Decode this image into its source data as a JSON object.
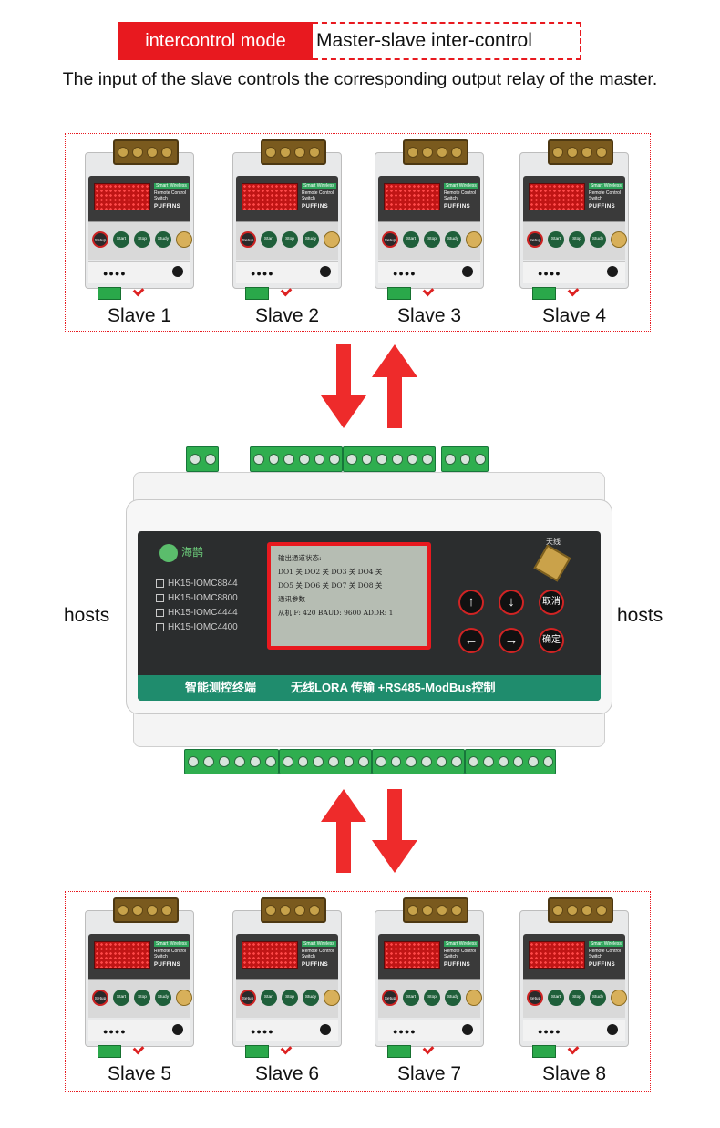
{
  "header": {
    "mode_label": "intercontrol mode",
    "mode_value": "Master-slave inter-control",
    "description": "The input of the slave controls the corresponding output relay of the master."
  },
  "colors": {
    "accent": "#e8191f",
    "arrow": "#ee2b2b",
    "terminal_green": "#2fae4f",
    "band": "#1f8c6d"
  },
  "slave_device": {
    "tag": "Smart Wireless",
    "line1": "Remote Control",
    "line2": "Switch",
    "brand": "PUFFINS",
    "buttons": {
      "setup": "Setup",
      "start": "Start",
      "stop": "Stop",
      "study": "Study"
    }
  },
  "slaves_top": [
    {
      "label": "Slave 1"
    },
    {
      "label": "Slave 2"
    },
    {
      "label": "Slave 3"
    },
    {
      "label": "Slave 4"
    }
  ],
  "slaves_bottom": [
    {
      "label": "Slave 5"
    },
    {
      "label": "Slave 6"
    },
    {
      "label": "Slave 7"
    },
    {
      "label": "Slave 8"
    }
  ],
  "hosts_left": "hosts",
  "hosts_right": "hosts",
  "master": {
    "logo_text": "海鹊",
    "models": [
      "HK15-IOMC8844",
      "HK15-IOMC8800",
      "HK15-IOMC4444",
      "HK15-IOMC4400"
    ],
    "lcd": {
      "line1": "输出通道状态:",
      "line2": "DO1 关  DO2 关  DO3 关  DO4 关",
      "line3": "DO5 关  DO6 关  DO7 关  DO8 关",
      "line4": "通讯参数",
      "line5": "从机 F: 420 BAUD: 9600 ADDR: 1"
    },
    "antenna_label": "天线",
    "cancel_label": "取消",
    "confirm_label": "确定",
    "up_icon": "↑",
    "down_icon": "↓",
    "left_icon": "←",
    "right_icon": "→",
    "footer_left": "智能测控终端",
    "footer_right": "无线LORA 传输 +RS485-ModBus控制"
  }
}
